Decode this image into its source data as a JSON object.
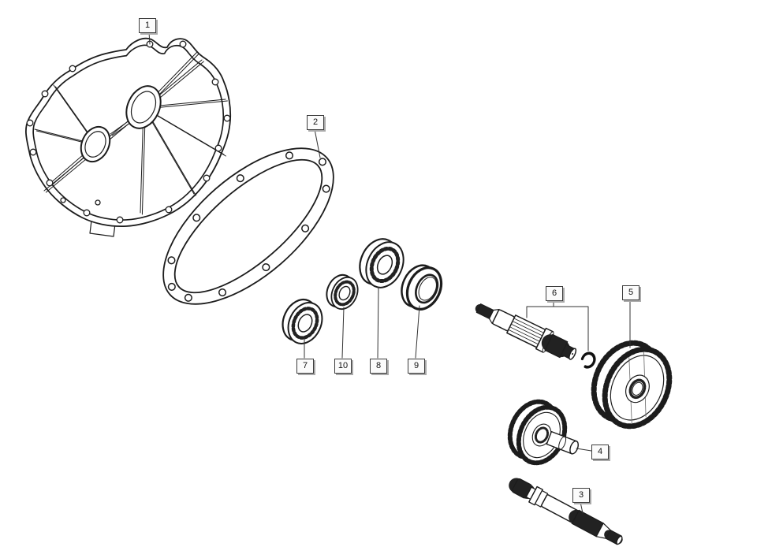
{
  "figure": {
    "background": "#ffffff",
    "line_color": "#1c1c1c",
    "leader_color": "#333333",
    "callout_style": {
      "background": "#fbfbfb",
      "border": "#3c3c3c",
      "shadow": "#a9a9a9",
      "text": "#111111"
    },
    "callouts": [
      {
        "number": "1"
      },
      {
        "number": "2"
      },
      {
        "number": "3"
      },
      {
        "number": "4"
      },
      {
        "number": "5"
      },
      {
        "number": "6"
      },
      {
        "number": "7"
      },
      {
        "number": "8"
      },
      {
        "number": "9"
      },
      {
        "number": "10"
      }
    ]
  }
}
